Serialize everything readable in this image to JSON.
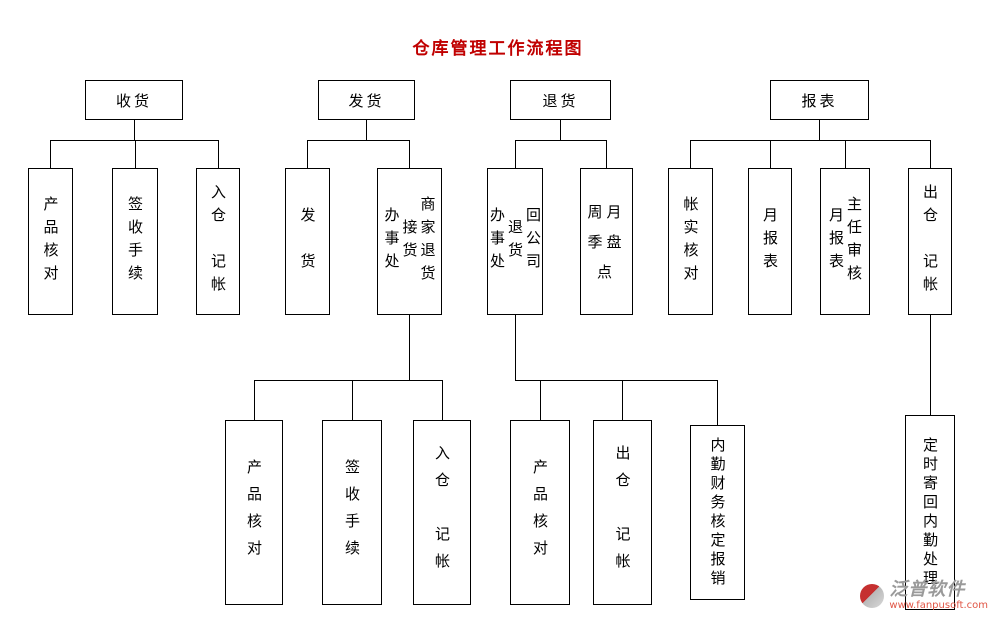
{
  "title": "仓库管理工作流程图",
  "title_color": "#c00000",
  "line_color": "#000000",
  "tree": {
    "shouhuo": {
      "label": "收货",
      "children": {
        "chanpin": "产品核对",
        "qianshou": "签收手续",
        "rucang": "入仓　记帐"
      }
    },
    "fahuo": {
      "label": "发货",
      "children": {
        "fahuo": "发　货",
        "jiehuo": {
          "label": "办事处\n接货\n商家退货",
          "children": {
            "chanpin": "产品核对",
            "qianshou": "签收手续",
            "rucang": "入仓　记帐"
          }
        }
      }
    },
    "tuihuo": {
      "label": "退货",
      "children": {
        "tuihui": {
          "label": "办事处\n退货\n回公司",
          "children": {
            "chanpin": "产品核对",
            "chucang": "出仓　记帐",
            "neiqin": "内勤财务核定报销"
          }
        },
        "pandian": "周月季盘点"
      }
    },
    "baobiao": {
      "label": "报表",
      "children": {
        "zhangshi": "帐实核对",
        "yuebao": "月报表",
        "shenhe": "月报表\n主任审核",
        "chucang": {
          "label": "出仓　记帐",
          "children": {
            "dingshi": "定时寄回内勤处理"
          }
        }
      }
    }
  },
  "watermark": {
    "brand": "泛普软件",
    "url": "www.fanpusoft.com"
  }
}
